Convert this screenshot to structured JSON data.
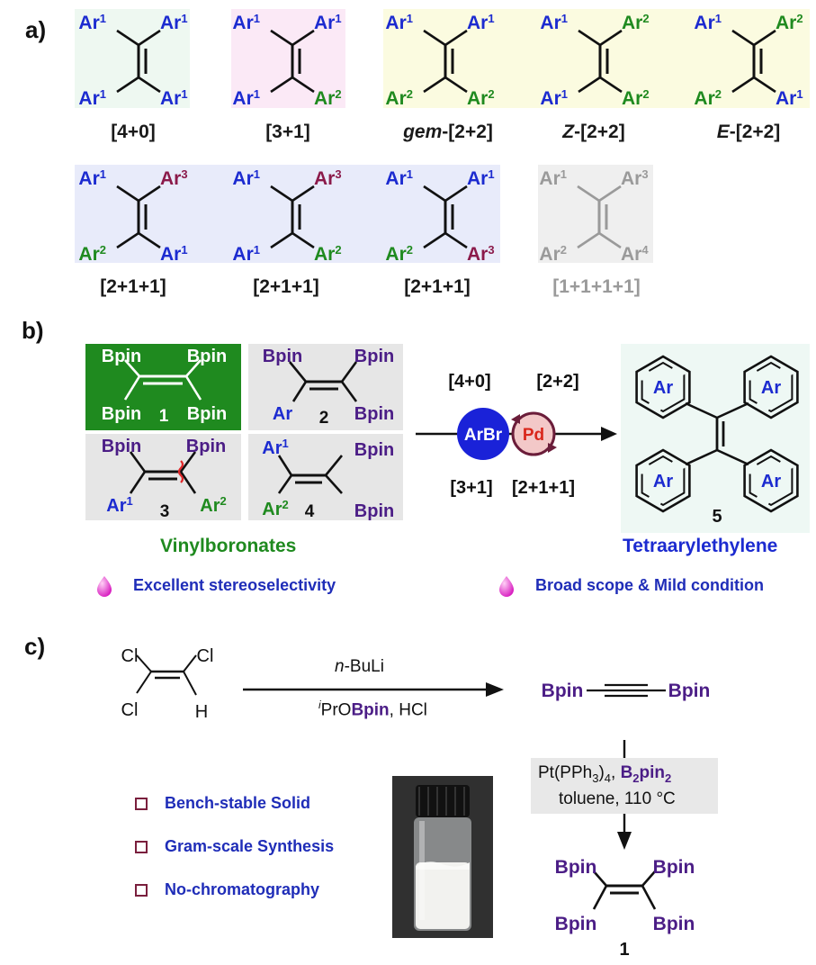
{
  "panels": {
    "a": "a)",
    "b": "b)",
    "c": "c)"
  },
  "colors": {
    "ar1": "#1c2bd0",
    "ar2": "#1f8a1f",
    "ar3": "#8b1a4a",
    "ar4": "#9a9a9a",
    "bpin": "#4b1d86",
    "green_bg": "#1f8a1f"
  },
  "part_a": {
    "labels": [
      "[4+0]",
      "[3+1]",
      "-[2+2]",
      "-[2+2]",
      "-[2+2]",
      "[2+1+1]",
      "[2+1+1]",
      "[2+1+1]",
      "[1+1+1+1]"
    ],
    "label_prefixes": [
      "",
      "",
      "gem",
      "Z",
      "E",
      "",
      "",
      "",
      ""
    ],
    "substituents": [
      [
        "Ar1",
        "Ar1",
        "Ar1",
        "Ar1"
      ],
      [
        "Ar1",
        "Ar1",
        "Ar1",
        "Ar2"
      ],
      [
        "Ar1",
        "Ar1",
        "Ar2",
        "Ar2"
      ],
      [
        "Ar1",
        "Ar2",
        "Ar1",
        "Ar2"
      ],
      [
        "Ar1",
        "Ar2",
        "Ar2",
        "Ar1"
      ],
      [
        "Ar1",
        "Ar3",
        "Ar2",
        "Ar1"
      ],
      [
        "Ar1",
        "Ar3",
        "Ar1",
        "Ar2"
      ],
      [
        "Ar1",
        "Ar1",
        "Ar2",
        "Ar3"
      ],
      [
        "Ar1",
        "Ar3",
        "Ar2",
        "Ar4"
      ]
    ]
  },
  "part_b": {
    "compounds": [
      {
        "number": "1",
        "groups": [
          "Bpin",
          "Bpin",
          "Bpin",
          "Bpin"
        ]
      },
      {
        "number": "2",
        "groups": [
          "Bpin",
          "Bpin",
          "Ar",
          "Bpin"
        ]
      },
      {
        "number": "3",
        "groups": [
          "Bpin",
          "Bpin",
          "Ar1",
          "Ar2"
        ]
      },
      {
        "number": "4",
        "groups": [
          "Ar1",
          "Bpin",
          "Ar2",
          "Bpin"
        ]
      }
    ],
    "group_title": "Vinylboronates",
    "arrow_top": [
      "[4+0]",
      "[2+2]"
    ],
    "arrow_bottom": [
      "[3+1]",
      "[2+1+1]"
    ],
    "catalyst_reagent": "ArBr",
    "catalyst_metal": "Pd",
    "product_number": "5",
    "product_ring_label": "Ar",
    "product_title": "Tetraarylethylene",
    "features": [
      "Excellent stereoselectivity",
      "Broad scope & Mild condition"
    ]
  },
  "part_c": {
    "sm_atoms": [
      "Cl",
      "Cl",
      "Cl",
      "H"
    ],
    "reagent_top": "n-BuLi",
    "reagent_bottom_prefix": "i",
    "reagent_bottom_a": "PrO",
    "reagent_bottom_b": "Bpin",
    "reagent_bottom_c": ", HCl",
    "alkyne_left": "Bpin",
    "alkyne_right": "Bpin",
    "cond_line1_a": "Pt(PPh",
    "cond_line1_b": "3",
    "cond_line1_c": ")",
    "cond_line1_d": "4",
    "cond_line1_e": ", ",
    "cond_line1_f": "B",
    "cond_line1_g": "2",
    "cond_line1_h": "pin",
    "cond_line1_i": "2",
    "cond_line2": "toluene, 110 °C",
    "product_groups": [
      "Bpin",
      "Bpin",
      "Bpin",
      "Bpin"
    ],
    "product_number": "1",
    "checklist": [
      "Bench-stable Solid",
      "Gram-scale Synthesis",
      "No-chromatography"
    ]
  }
}
